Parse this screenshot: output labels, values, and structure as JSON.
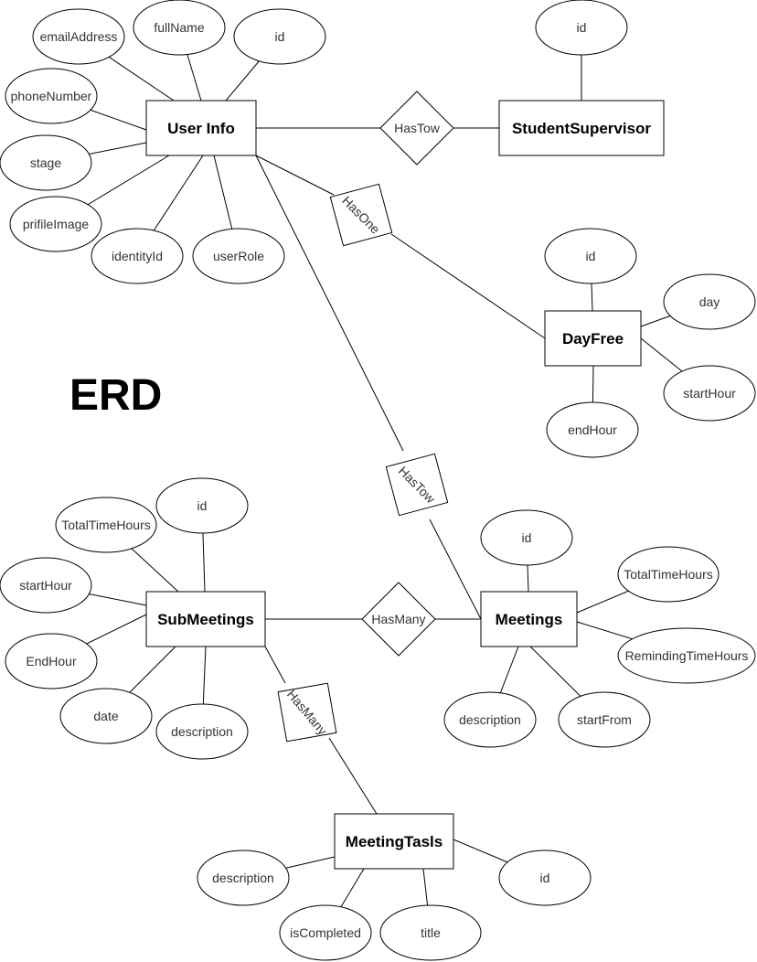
{
  "title": "ERD",
  "entities": [
    {
      "id": "user",
      "label": "User Info"
    },
    {
      "id": "supervisor",
      "label": "StudentSupervisor"
    },
    {
      "id": "dayfree",
      "label": "DayFree"
    },
    {
      "id": "submeetings",
      "label": "SubMeetings"
    },
    {
      "id": "meetings",
      "label": "Meetings"
    },
    {
      "id": "tasks",
      "label": "MeetingTasls"
    }
  ],
  "relationships": [
    {
      "id": "r1",
      "label": "HasTow"
    },
    {
      "id": "r2",
      "label": "HasOne"
    },
    {
      "id": "r3",
      "label": "HasTow"
    },
    {
      "id": "r4",
      "label": "HasMany"
    },
    {
      "id": "r5",
      "label": "HasMany"
    }
  ],
  "attributes": [
    {
      "id": "u1",
      "entity": "user",
      "label": "emailAddress"
    },
    {
      "id": "u2",
      "entity": "user",
      "label": "fullName"
    },
    {
      "id": "u3",
      "entity": "user",
      "label": "id"
    },
    {
      "id": "u4",
      "entity": "user",
      "label": "phoneNumber"
    },
    {
      "id": "u5",
      "entity": "user",
      "label": "stage"
    },
    {
      "id": "u6",
      "entity": "user",
      "label": "prifileImage"
    },
    {
      "id": "u7",
      "entity": "user",
      "label": "identityId"
    },
    {
      "id": "u8",
      "entity": "user",
      "label": "userRole"
    },
    {
      "id": "s1",
      "entity": "supervisor",
      "label": "id"
    },
    {
      "id": "d1",
      "entity": "dayfree",
      "label": "id"
    },
    {
      "id": "d2",
      "entity": "dayfree",
      "label": "day"
    },
    {
      "id": "d3",
      "entity": "dayfree",
      "label": "startHour"
    },
    {
      "id": "d4",
      "entity": "dayfree",
      "label": "endHour"
    },
    {
      "id": "sm1",
      "entity": "submeetings",
      "label": "TotalTimeHours"
    },
    {
      "id": "sm2",
      "entity": "submeetings",
      "label": "id"
    },
    {
      "id": "sm3",
      "entity": "submeetings",
      "label": "startHour"
    },
    {
      "id": "sm4",
      "entity": "submeetings",
      "label": "EndHour"
    },
    {
      "id": "sm5",
      "entity": "submeetings",
      "label": "date"
    },
    {
      "id": "sm6",
      "entity": "submeetings",
      "label": "description"
    },
    {
      "id": "m1",
      "entity": "meetings",
      "label": "id"
    },
    {
      "id": "m2",
      "entity": "meetings",
      "label": "TotalTimeHours"
    },
    {
      "id": "m3",
      "entity": "meetings",
      "label": "RemindingTimeHours"
    },
    {
      "id": "m4",
      "entity": "meetings",
      "label": "description"
    },
    {
      "id": "m5",
      "entity": "meetings",
      "label": "startFrom"
    },
    {
      "id": "t1",
      "entity": "tasks",
      "label": "description"
    },
    {
      "id": "t2",
      "entity": "tasks",
      "label": "isCompleted"
    },
    {
      "id": "t3",
      "entity": "tasks",
      "label": "title"
    },
    {
      "id": "t4",
      "entity": "tasks",
      "label": "id"
    }
  ],
  "connections": [
    [
      "user",
      "r1"
    ],
    [
      "r1",
      "supervisor"
    ],
    [
      "user",
      "r2"
    ],
    [
      "r2",
      "dayfree"
    ],
    [
      "user",
      "r3"
    ],
    [
      "r3",
      "meetings"
    ],
    [
      "submeetings",
      "r4"
    ],
    [
      "r4",
      "meetings"
    ],
    [
      "submeetings",
      "r5"
    ],
    [
      "r5",
      "tasks"
    ]
  ]
}
